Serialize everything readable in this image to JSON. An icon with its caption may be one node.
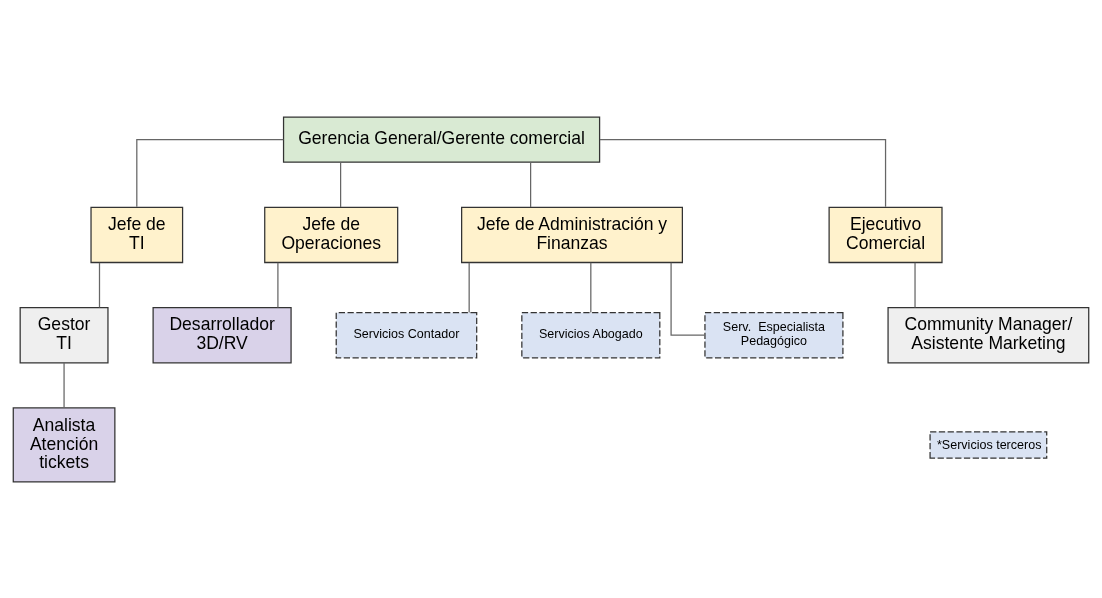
{
  "diagram": {
    "nodes": [
      {
        "text": [
          "Gerencia General/Gerente comercial"
        ]
      },
      {
        "text": [
          "Jefe de TI"
        ]
      },
      {
        "text": [
          "Jefe de Operaciones"
        ]
      },
      {
        "text": [
          "Jefe de Administración y Finanzas"
        ]
      },
      {
        "text": [
          "Ejecutivo Comercial"
        ]
      },
      {
        "text": [
          "Gestor TI"
        ]
      },
      {
        "text": [
          "Analista Atención tickets"
        ]
      },
      {
        "text": [
          "Desarrollador 3D/RV"
        ]
      },
      {
        "text": [
          "Servicios Contador"
        ]
      },
      {
        "text": [
          "Servicios Abogado"
        ]
      },
      {
        "text": [
          "Serv.  Especialista Pedagógico"
        ]
      },
      {
        "text": [
          "Community Manager/ Asistente Marketing"
        ]
      }
    ],
    "edges": [
      {
        "from": 0,
        "to": 1,
        "arrow": "none"
      },
      {
        "from": 0,
        "to": 2,
        "arrow": "none"
      },
      {
        "from": 0,
        "to": 3,
        "arrow": "none"
      },
      {
        "from": 0,
        "to": 4,
        "arrow": "none"
      },
      {
        "from": 1,
        "to": 5,
        "arrow": "none"
      },
      {
        "from": 5,
        "to": 6,
        "arrow": "none"
      },
      {
        "from": 2,
        "to": 7,
        "arrow": "none"
      },
      {
        "from": 3,
        "to": 8,
        "arrow": "none"
      },
      {
        "from": 3,
        "to": 9,
        "arrow": "none"
      },
      {
        "from": 3,
        "to": 10,
        "arrow": "none"
      },
      {
        "from": 4,
        "to": 11,
        "arrow": "none"
      }
    ],
    "legend": [
      {
        "text": "*Servicios terceros",
        "color": "#dae3f3"
      }
    ]
  }
}
